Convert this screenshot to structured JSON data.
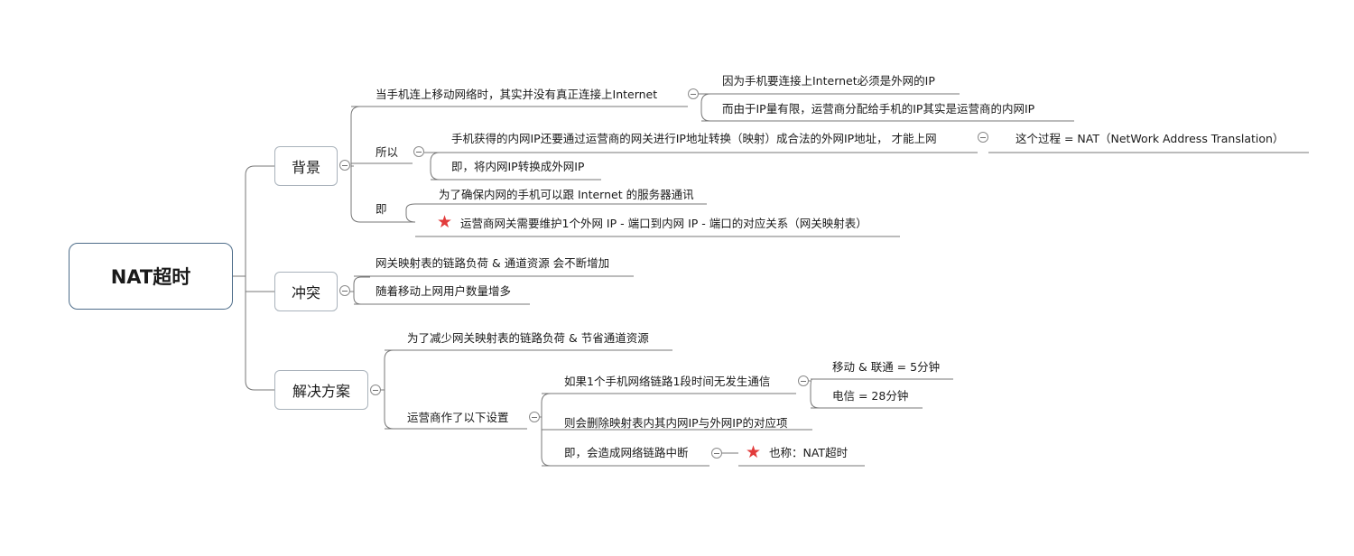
{
  "root": "NAT超时",
  "icons": {
    "collapse": "collapse-circle-icon",
    "star": "star-icon"
  },
  "colors": {
    "star": "#e23b3b",
    "root_border": "#4e6d8a",
    "line": "#777777"
  },
  "background": {
    "label": "背景",
    "when": "当手机连上移动网络时，其实并没有真正连接上Internet",
    "why1": "因为手机要连接上Internet必须是外网的IP",
    "why2": "而由于IP量有限，运营商分配给手机的IP其实是运营商的内网IP",
    "so": "所以",
    "so1": "手机获得的内网IP还要通过运营商的网关进行IP地址转换（映射）成合法的外网IP地址， 才能上网",
    "so1_note": "这个过程 =  NAT（NetWork Address Translation）",
    "so2": "即，将内网IP转换成外网IP",
    "ie": "即",
    "ie1": "为了确保内网的手机可以跟 Internet 的服务器通讯",
    "ie2": "运营商网关需要维护1个外网 IP - 端口到内网 IP - 端口的对应关系（网关映射表）"
  },
  "conflict": {
    "label": "冲突",
    "c1": "网关映射表的链路负荷 & 通道资源 会不断增加",
    "c2": "随着移动上网用户数量增多"
  },
  "solution": {
    "label": "解决方案",
    "goal": "为了减少网关映射表的链路负荷 & 节省通道资源",
    "setting": "运营商作了以下设置",
    "if": "如果1个手机网络链路1段时间无发生通信",
    "mobile": "移动 & 联通 = 5分钟",
    "telecom": "电信 = 28分钟",
    "delete": "则会删除映射表内其内网IP与外网IP的对应项",
    "result": "即，会造成网络链路中断",
    "alias": "也称：NAT超时"
  }
}
